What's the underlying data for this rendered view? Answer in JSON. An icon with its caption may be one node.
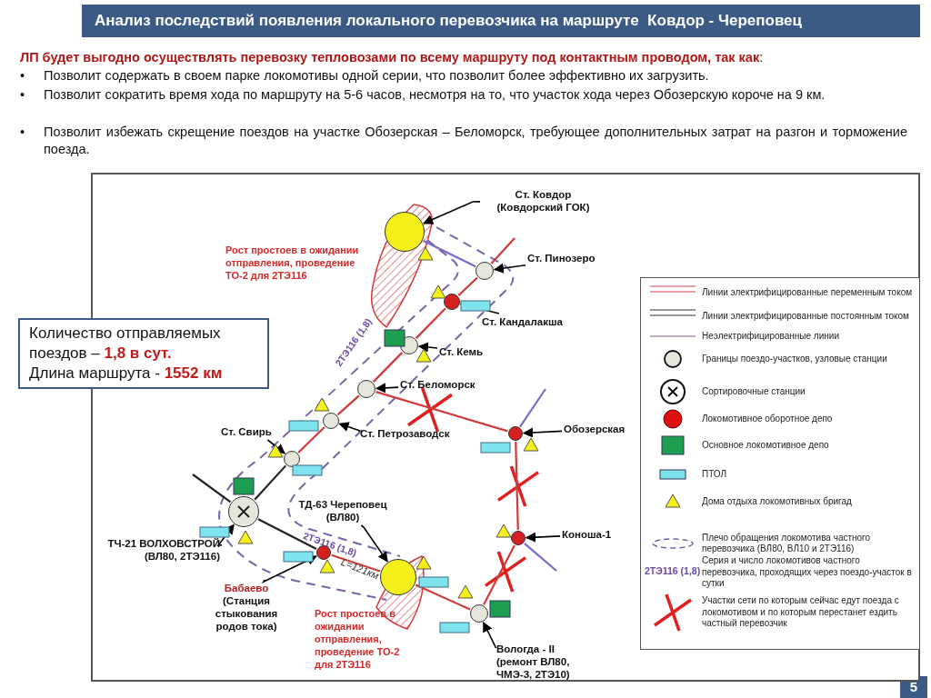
{
  "diagram": {
    "title": "Анализ последствий появления локального перевозчика на маршруте  Ковдор - Череповец",
    "nodes": [
      {
        "text": [],
        "shape": "circle"
      },
      {
        "text": [],
        "shape": "circle"
      },
      {
        "text": [],
        "shape": "circle"
      },
      {
        "text": [],
        "shape": "circle"
      },
      {
        "text": [],
        "shape": "circle"
      },
      {
        "text": [],
        "shape": "circle"
      },
      {
        "text": [],
        "shape": "circle"
      },
      {
        "text": [],
        "shape": "circle"
      },
      {
        "text": [],
        "shape": "circle"
      },
      {
        "text": [],
        "shape": "circle"
      },
      {
        "text": [],
        "shape": "circle"
      },
      {
        "text": [],
        "shape": "circle"
      },
      {
        "text": [],
        "shape": "circle"
      },
      {
        "text": [
          "Ст. Ковдор (Ковдорский ГОК)"
        ]
      },
      {
        "text": [
          "Ст. Пинозеро"
        ]
      },
      {
        "text": [
          "Ст. Кандалакша"
        ]
      },
      {
        "text": [
          "Ст. Кемь"
        ]
      },
      {
        "text": [
          "Ст. Беломорск"
        ]
      },
      {
        "text": [
          "Ст. Петрозаводск"
        ]
      },
      {
        "text": [
          "Ст. Свирь"
        ]
      },
      {
        "text": [
          "ТЧ-21 ВОЛХОВСТРОЙ (ВЛ80, 2ТЭ116)"
        ]
      },
      {
        "text": [
          "Бабаево",
          "(Станция стыкования родов тока)"
        ]
      },
      {
        "text": [
          "ТД-63 Череповец (ВЛ80)"
        ]
      },
      {
        "text": [
          "Вологда - II (ремонт ВЛ80, ЧМЭ-3, 2ТЭ10)"
        ]
      },
      {
        "text": [
          "Коноша-1"
        ]
      },
      {
        "text": [
          "Обозерская"
        ]
      },
      {
        "text": [
          "Количество отправляемых поездов – **1,8 в сут.**",
          "Длина маршрута  - **1552 км**"
        ]
      }
    ],
    "edges": [
      {
        "from": 0,
        "to": 1,
        "arrow": "none",
        "color": "#7b68c8"
      },
      {
        "from": 1,
        "to": 2,
        "arrow": "none",
        "color": "#d03a3a"
      },
      {
        "from": 2,
        "to": 3,
        "arrow": "none",
        "color": "#d03a3a"
      },
      {
        "from": 3,
        "to": 4,
        "arrow": "none",
        "color": "#d03a3a"
      },
      {
        "from": 4,
        "to": 5,
        "arrow": "none",
        "color": "#d03a3a"
      },
      {
        "from": 5,
        "to": 6,
        "arrow": "none",
        "color": "#d03a3a"
      },
      {
        "from": 6,
        "to": 7,
        "arrow": "none",
        "color": "#222222"
      },
      {
        "from": 7,
        "to": 8,
        "arrow": "none",
        "color": "#222222"
      },
      {
        "from": 8,
        "to": 9,
        "arrow": "none",
        "color": "#d03a3a"
      },
      {
        "from": 9,
        "to": 10,
        "arrow": "none",
        "color": "#d03a3a"
      },
      {
        "from": 10,
        "to": 11,
        "arrow": "none",
        "color": "#d03a3a"
      },
      {
        "from": 11,
        "to": 12,
        "arrow": "none",
        "color": "#d03a3a"
      },
      {
        "from": 12,
        "to": 4,
        "arrow": "none",
        "color": "#d03a3a"
      },
      {
        "from": 1,
        "to": null,
        "arrow": "none",
        "color": "#d03a3a"
      },
      {
        "from": 7,
        "to": null,
        "arrow": "none",
        "color": "#222222"
      },
      {
        "from": 12,
        "to": null,
        "arrow": "none",
        "color": "#7b68c8"
      },
      {
        "from": 11,
        "to": null,
        "arrow": "none",
        "color": "#7b68c8"
      },
      {
        "from": 13,
        "to": 0,
        "arrow": "to"
      },
      {
        "from": 14,
        "to": 1,
        "arrow": "to"
      },
      {
        "from": 15,
        "to": 2,
        "arrow": "to"
      },
      {
        "from": 16,
        "to": 3,
        "arrow": "to"
      },
      {
        "from": 17,
        "to": 4,
        "arrow": "to"
      },
      {
        "from": 18,
        "to": 5,
        "arrow": "to"
      },
      {
        "from": 19,
        "to": 6,
        "arrow": "to"
      },
      {
        "from": 20,
        "to": 7,
        "arrow": "to"
      },
      {
        "from": 21,
        "to": 8,
        "arrow": "to"
      },
      {
        "from": 22,
        "to": 9,
        "arrow": "to"
      },
      {
        "from": 23,
        "to": 10,
        "arrow": "to"
      },
      {
        "from": 24,
        "to": 11,
        "arrow": "to"
      },
      {
        "from": 25,
        "to": 12,
        "arrow": "to"
      }
    ],
    "labels": [
      "**ЛП будет выгодно осуществлять перевозку тепловозами по всему маршруту под контактным проводом, так как**:",
      "•",
      "Позволит содержать в своем парке локомотивы одной серии, что  позволит более эффективно их загрузить.",
      "•",
      "Позволит сократить время хода по маршруту на 5-6 часов, несмотря на то, что участок хода через Обозерскую короче на 9 км.",
      "•",
      "Позволит избежать скрещение поездов на участке Обозерская – Беломорск, требующее дополнительных затрат на разгон и торможение поезда.",
      "Рост простоев в ожидании отправления, проведение ТО-2 для 2ТЭ116",
      "2ТЭ116 (1,8)",
      "2ТЭ116 (1,8)",
      "L=121км",
      "Рост простоев в ожидании отправления, проведение ТО-2 для 2ТЭ116",
      "2ТЭ116 (1,8)",
      "5"
    ],
    "legend": [
      {
        "text": "Линии электрифицированные переменным током"
      },
      {
        "text": "Линии электрифицированные постоянным током"
      },
      {
        "text": "Неэлектрифицированные линии"
      },
      {
        "text": "Границы поездо-участков, узловые станции"
      },
      {
        "text": "Сортировочные станции"
      },
      {
        "text": "Локомотивное оборотное депо"
      },
      {
        "text": "Основное локомотивное депо",
        "color": "#1e9e50"
      },
      {
        "text": "ПТОЛ",
        "color": "#7fe3ee"
      },
      {
        "text": "Дома отдыха локомотивных бригад"
      },
      {
        "text": "Плечо обращения локомотива частного перевозчика (ВЛ80, ВЛ10 и 2ТЭ116)"
      },
      {
        "text": "Серия и число локомотивов частного перевозчика, проходящих через поездо-участок  в сутки"
      },
      {
        "text": "Участки сети по которым сейчас едут поезда с локомотивом и по которым перестанет ездить частный перевозчик"
      }
    ]
  }
}
